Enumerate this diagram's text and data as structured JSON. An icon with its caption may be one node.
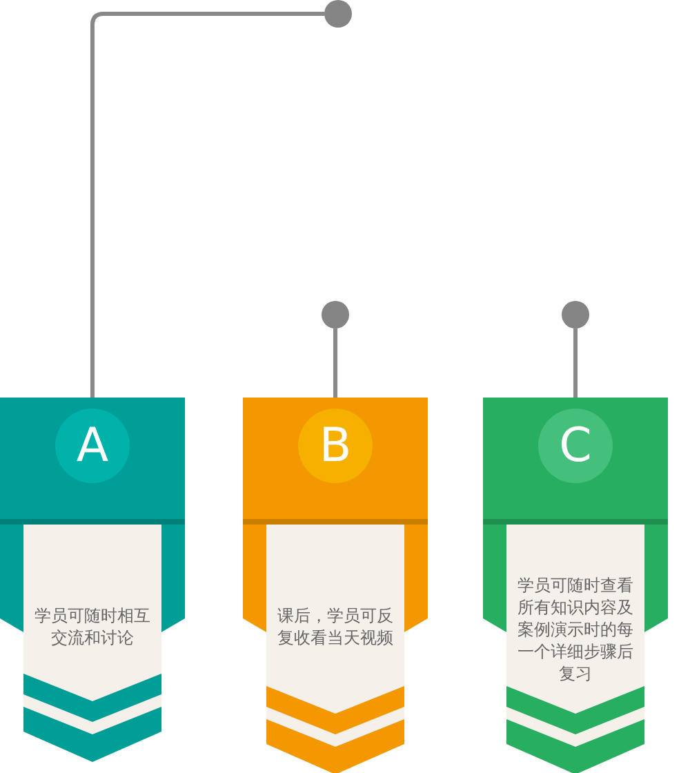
{
  "diagram": {
    "nodes": [
      {
        "text": [
          "学员可随时相互交流和讨论"
        ]
      },
      {
        "text": [
          "A"
        ],
        "in": 0
      },
      {
        "text": [
          "课后，学员可反复收看当天视频"
        ]
      },
      {
        "text": [
          "B"
        ],
        "in": 2
      },
      {
        "text": [
          "学员可随时查看所有知识内容及案例演示时的每一个详细步骤后复习"
        ]
      },
      {
        "text": [
          "C"
        ],
        "in": 4
      },
      {
        "text": [],
        "shape": "circle"
      },
      {
        "text": [],
        "shape": "circle"
      },
      {
        "text": [],
        "shape": "circle"
      }
    ],
    "edges": [
      {
        "from": 6,
        "to": 0,
        "arrow": "none"
      },
      {
        "from": 7,
        "to": 2,
        "arrow": "none"
      },
      {
        "from": 8,
        "to": 4,
        "arrow": "none"
      }
    ]
  }
}
